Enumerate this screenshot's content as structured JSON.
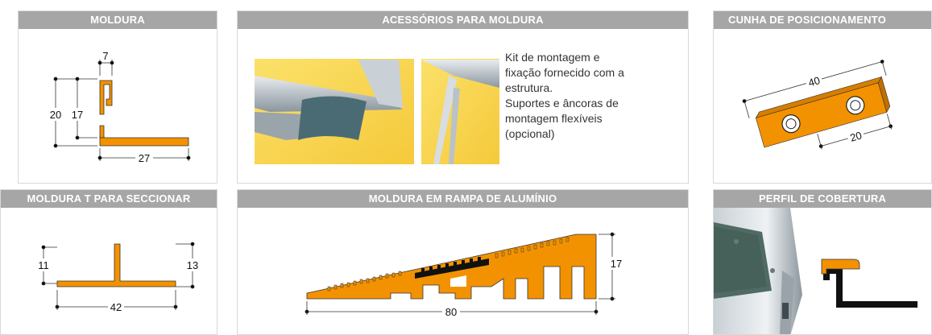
{
  "panels": {
    "moldura": {
      "title": "MOLDURA",
      "dims": {
        "top": "7",
        "left_outer": "20",
        "left_inner": "17",
        "bottom": "27"
      }
    },
    "acessorios": {
      "title": "ACESSÓRIOS PARA MOLDURA",
      "description": [
        "Kit de montagem e",
        "fixação fornecido com a",
        "estrutura.",
        "Suportes e âncoras de",
        "montagem flexíveis",
        "(opcional)"
      ]
    },
    "cunha": {
      "title": "CUNHA DE POSICIONAMENTO",
      "dims": {
        "length": "40",
        "spacing": "20"
      }
    },
    "moldura_t": {
      "title": "MOLDURA T PARA SECCIONAR",
      "dims": {
        "left": "11",
        "right": "13",
        "bottom": "42"
      }
    },
    "rampa": {
      "title": "MOLDURA EM RAMPA DE ALUMÍNIO",
      "dims": {
        "height": "17",
        "length": "80"
      }
    },
    "perfil": {
      "title": "PERFIL DE COBERTURA"
    }
  },
  "colors": {
    "profile_orange": "#f39200",
    "header_gray": "#a6a6a6",
    "insert_black": "#111111"
  }
}
